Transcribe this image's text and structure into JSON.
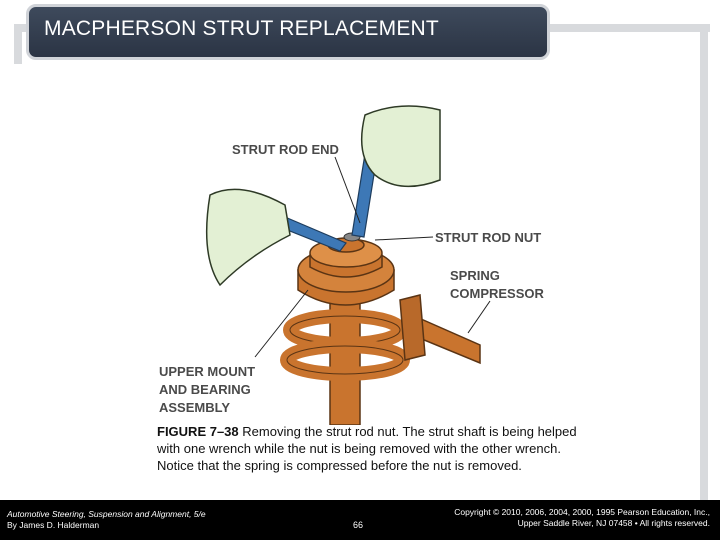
{
  "slide": {
    "title": "MACPHERSON STRUT REPLACEMENT"
  },
  "figure": {
    "labels": {
      "strut_rod_end": "STRUT ROD END",
      "strut_rod_nut": "STRUT ROD NUT",
      "spring_compressor_1": "SPRING",
      "spring_compressor_2": "COMPRESSOR",
      "upper_mount_1": "UPPER MOUNT",
      "upper_mount_2": "AND BEARING",
      "upper_mount_3": "ASSEMBLY"
    },
    "colors": {
      "spring": "#c9742e",
      "wrench": "#3d78b6",
      "hand": "#e3f0d4"
    }
  },
  "caption": {
    "figure_number": "FIGURE 7–38",
    "text": " Removing the strut rod nut. The strut shaft is being helped with one wrench while the nut is being removed with the other wrench. Notice that the spring is compressed before the nut is removed."
  },
  "footer": {
    "book_title": "Automotive Steering, Suspension and Alignment, 5/e",
    "author": "By James D. Halderman",
    "page_number": "66",
    "copyright_line1": "Copyright © 2010, 2006, 2004, 2000, 1995 Pearson Education, Inc.,",
    "copyright_line2": "Upper Saddle River, NJ 07458 • All rights reserved."
  }
}
